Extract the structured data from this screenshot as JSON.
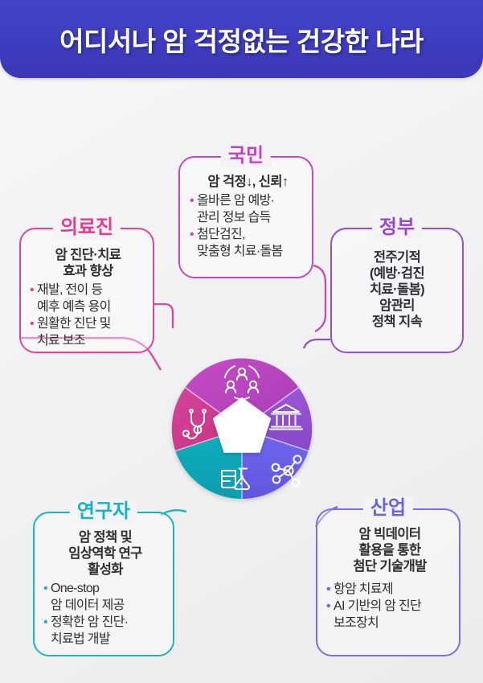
{
  "header": {
    "title": "어디서나 암 걱정없는 건강한 나라"
  },
  "boxes": [
    {
      "key": "medical",
      "title": "의료진",
      "accent": "#e8388f",
      "lead": [
        "암 진단·치료",
        "효과 향상"
      ],
      "bullets": [
        [
          "재발, 전이 등",
          "예후 예측 용이"
        ],
        [
          "원활한 진단 및",
          "치료 보조"
        ]
      ]
    },
    {
      "key": "citizen",
      "title": "국민",
      "accent": "#c63fc4",
      "lead": [
        "암 걱정↓, 신뢰↑"
      ],
      "bullets": [
        [
          "올바른 암 예방·",
          "관리 정보 습득"
        ],
        [
          "첨단검진,",
          "맞춤형 치료·돌봄"
        ]
      ]
    },
    {
      "key": "gov",
      "title": "정부",
      "accent": "#9a45cf",
      "lead": [
        "전주기적",
        "(예방·검진",
        "치료·돌봄)",
        "암관리",
        "정책 지속"
      ],
      "bullets": []
    },
    {
      "key": "research",
      "title": "연구자",
      "accent": "#12b4c6",
      "lead": [
        "암 정책 및",
        "임상역학 연구",
        "활성화"
      ],
      "bullets": [
        [
          "One-stop",
          "암 데이터 제공"
        ],
        [
          "정확한 암 진단·",
          "치료법 개발"
        ]
      ]
    },
    {
      "key": "industry",
      "title": "산업",
      "accent": "#6b63e6",
      "lead": [
        "암 빅데이터",
        "활용을 통한",
        "첨단 기술개발"
      ],
      "bullets": [
        [
          "항암 치료제"
        ],
        [
          "AI 기반의 암 진단",
          "보조장치"
        ]
      ]
    }
  ],
  "wheel": {
    "segments": [
      {
        "key": "citizen",
        "icon": "people-group-icon",
        "color": "#b845c0"
      },
      {
        "key": "gov",
        "icon": "bank-building-icon",
        "color": "#8f4fd0"
      },
      {
        "key": "industry",
        "icon": "molecule-icon",
        "color": "#6a63e8"
      },
      {
        "key": "research",
        "icon": "lab-flask-icon",
        "color": "#0ea8b8"
      },
      {
        "key": "medical",
        "icon": "stethoscope-icon",
        "color": "#cf3f93"
      }
    ],
    "center_color": "#ffffff"
  },
  "bullet_glyph": "•"
}
